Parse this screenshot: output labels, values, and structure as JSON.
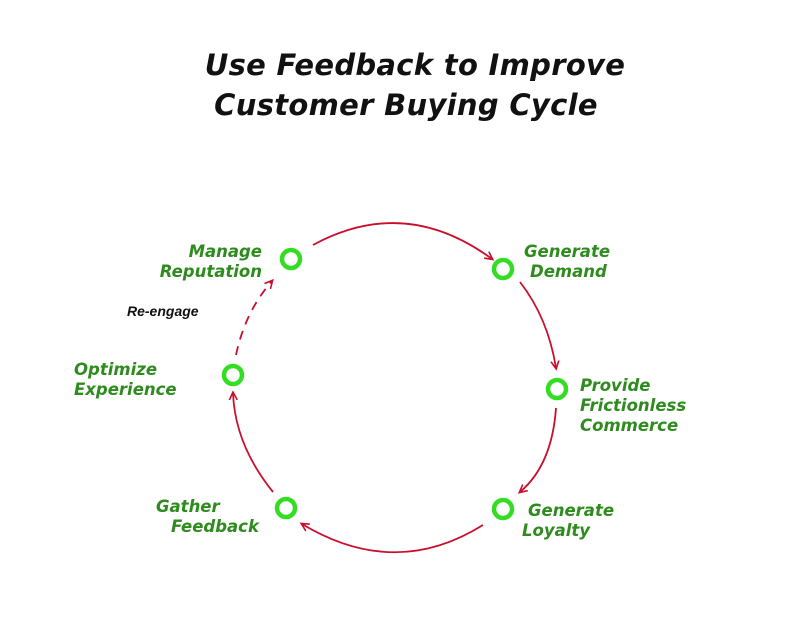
{
  "title": {
    "line1": "Use  Feedback to Improve",
    "line2": "Customer Buying Cycle"
  },
  "stages": [
    {
      "lines": [
        "Manage",
        "Reputation"
      ]
    },
    {
      "lines": [
        "Generate",
        "Demand"
      ]
    },
    {
      "lines": [
        "Provide",
        "Frictionless",
        "Commerce"
      ]
    },
    {
      "lines": [
        "Generate",
        "Loyalty"
      ]
    },
    {
      "lines": [
        "Gather",
        "Feedback"
      ]
    },
    {
      "lines": [
        "Optimize",
        "Experience"
      ]
    }
  ],
  "reengage_label": "Re-engage",
  "colors": {
    "title": "#111111",
    "stage_text": "#2e8b1e",
    "node_ring": "#33dd22",
    "arrow": "#c8102e",
    "reengage_text": "#111111"
  }
}
